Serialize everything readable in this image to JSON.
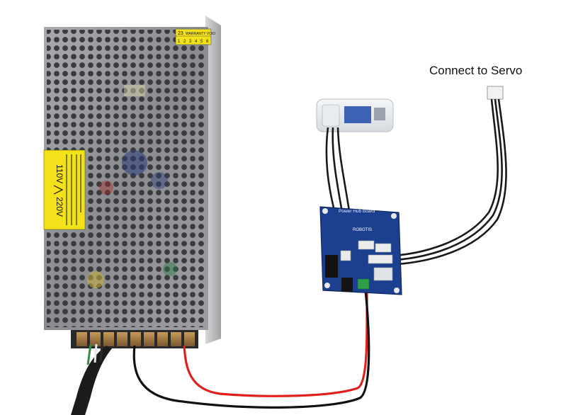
{
  "caption": {
    "text": "Connect to Servo"
  },
  "power_supply": {
    "warranty_number": "23",
    "warranty_label": "WARRANTY VOID",
    "warranty_digits": [
      "1",
      "2",
      "3",
      "4",
      "5",
      "6"
    ],
    "voltage_low": "110V",
    "voltage_high": "220V"
  },
  "hub_board": {
    "title": "Power Hub Board",
    "brand": "ROBOTIS"
  },
  "colors": {
    "psu_metal": "#8d8f93",
    "hub_board": "#1c3f8f",
    "warning_label": "#f3e11a",
    "wire_red": "#e0201c",
    "wire_black": "#111111",
    "terminal_green": "#2f9e4a"
  }
}
